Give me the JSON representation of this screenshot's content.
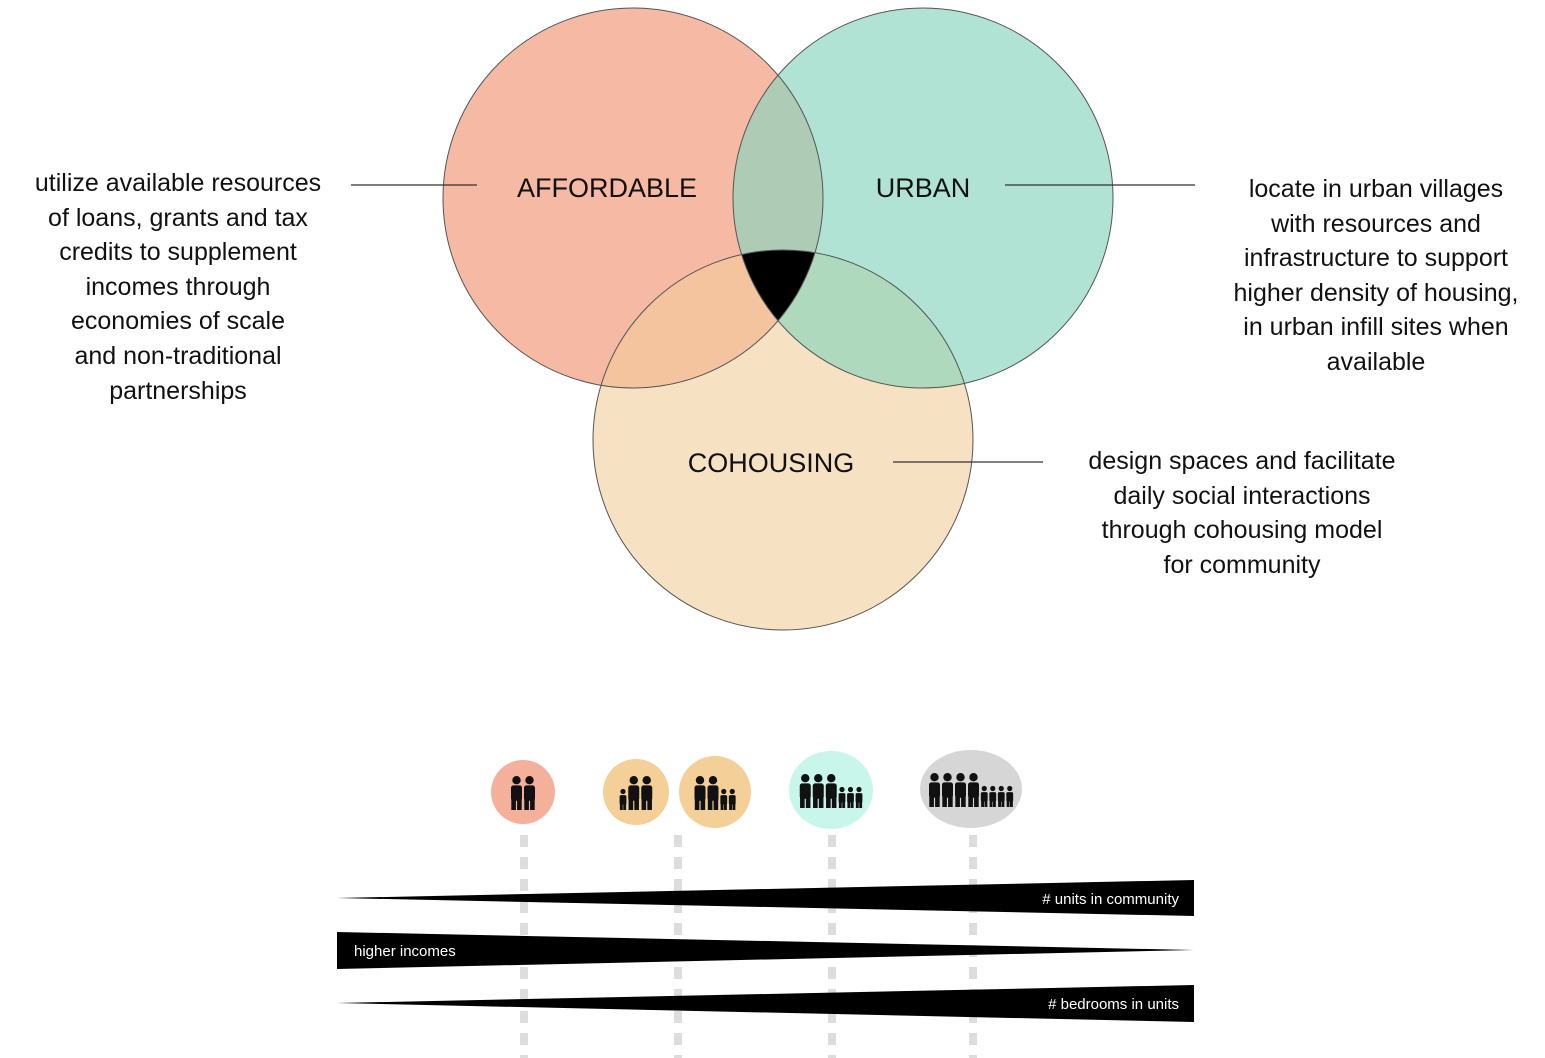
{
  "venn": {
    "affordable": {
      "label": "AFFORDABLE",
      "color": "#f5b9a4",
      "description": [
        "utilize available resources",
        "of loans, grants and tax",
        "credits to supplement",
        "incomes through",
        "economies of scale",
        "and non-traditional",
        "partnerships"
      ]
    },
    "urban": {
      "label": "URBAN",
      "color": "#b0e3d4",
      "description": [
        "locate in urban villages",
        "with resources and",
        "infrastructure to support",
        "higher density of housing,",
        "in urban infill sites when",
        "available"
      ]
    },
    "cohousing": {
      "label": "COHOUSING",
      "color": "#f6e2c3",
      "description": [
        "design spaces and facilitate",
        "daily social interactions",
        "through cohousing model",
        "for community"
      ]
    },
    "overlap_colors": {
      "affordable_urban": "#aecbb6",
      "affordable_cohousing": "#f3c49d",
      "urban_cohousing": "#afd9bd",
      "center": "#000000"
    }
  },
  "households": [
    {
      "icon": "two-adults-icon",
      "color": "#f5b09c"
    },
    {
      "icon": "two-adults-one-child-icon",
      "color": "#f4cf98"
    },
    {
      "icon": "two-adults-two-children-icon",
      "color": "#f4cf98"
    },
    {
      "icon": "three-adults-three-children-icon",
      "color": "#c8f6ea"
    },
    {
      "icon": "four-adults-four-children-icon",
      "color": "#d6d6d6"
    }
  ],
  "scales": [
    {
      "label": "# units in community",
      "direction": "increasing"
    },
    {
      "label": "higher incomes",
      "direction": "decreasing"
    },
    {
      "label": "# bedrooms in units",
      "direction": "increasing"
    }
  ]
}
